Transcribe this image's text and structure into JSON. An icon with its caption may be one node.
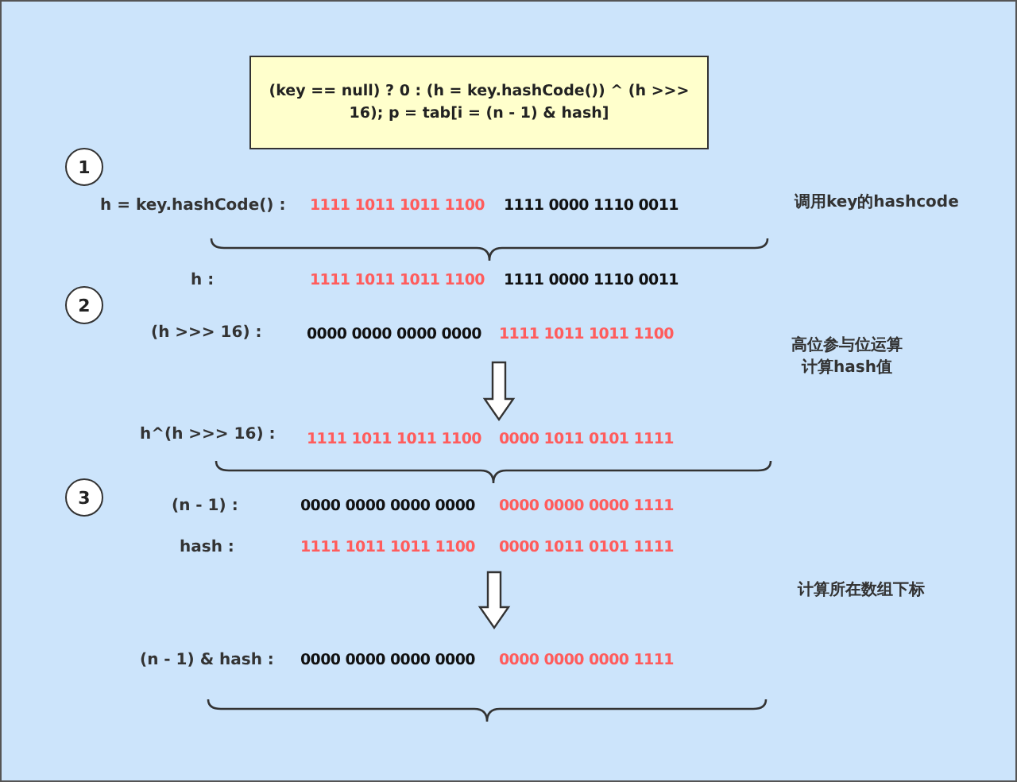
{
  "diagram": {
    "nodes": [
      {
        "text": [
          "(key == null) ? 0 : (h = key.hashCode()) ^ (h >>> 16); p = tab[i = (n - 1) & hash]"
        ]
      },
      {
        "text": [
          "1"
        ]
      },
      {
        "text": [
          "2"
        ]
      },
      {
        "text": [
          "3"
        ]
      }
    ],
    "labels": [
      "h = key.hashCode() :",
      "1111 1011 1011 1100",
      "1111 0000 1110 0011",
      "调用key的hashcode",
      "h :",
      "1111 1011 1011 1100",
      "1111 0000 1110 0011",
      "(h >>> 16) :",
      "0000 0000 0000 0000",
      "1111 1011 1011 1100",
      "高位参与位运算计算hash值",
      "h^(h >>> 16) :",
      "1111 1011 1011 1100",
      "0000 1011 0101 1111",
      "(n - 1) :",
      "0000 0000 0000 0000",
      "0000 0000 0000 1111",
      "hash :",
      "1111 1011 1011 1100",
      "0000 1011 0101 1111",
      "计算所在数组下标",
      "(n - 1) & hash :",
      "0000 0000 0000 0000",
      "0000 0000 0000 1111"
    ]
  }
}
